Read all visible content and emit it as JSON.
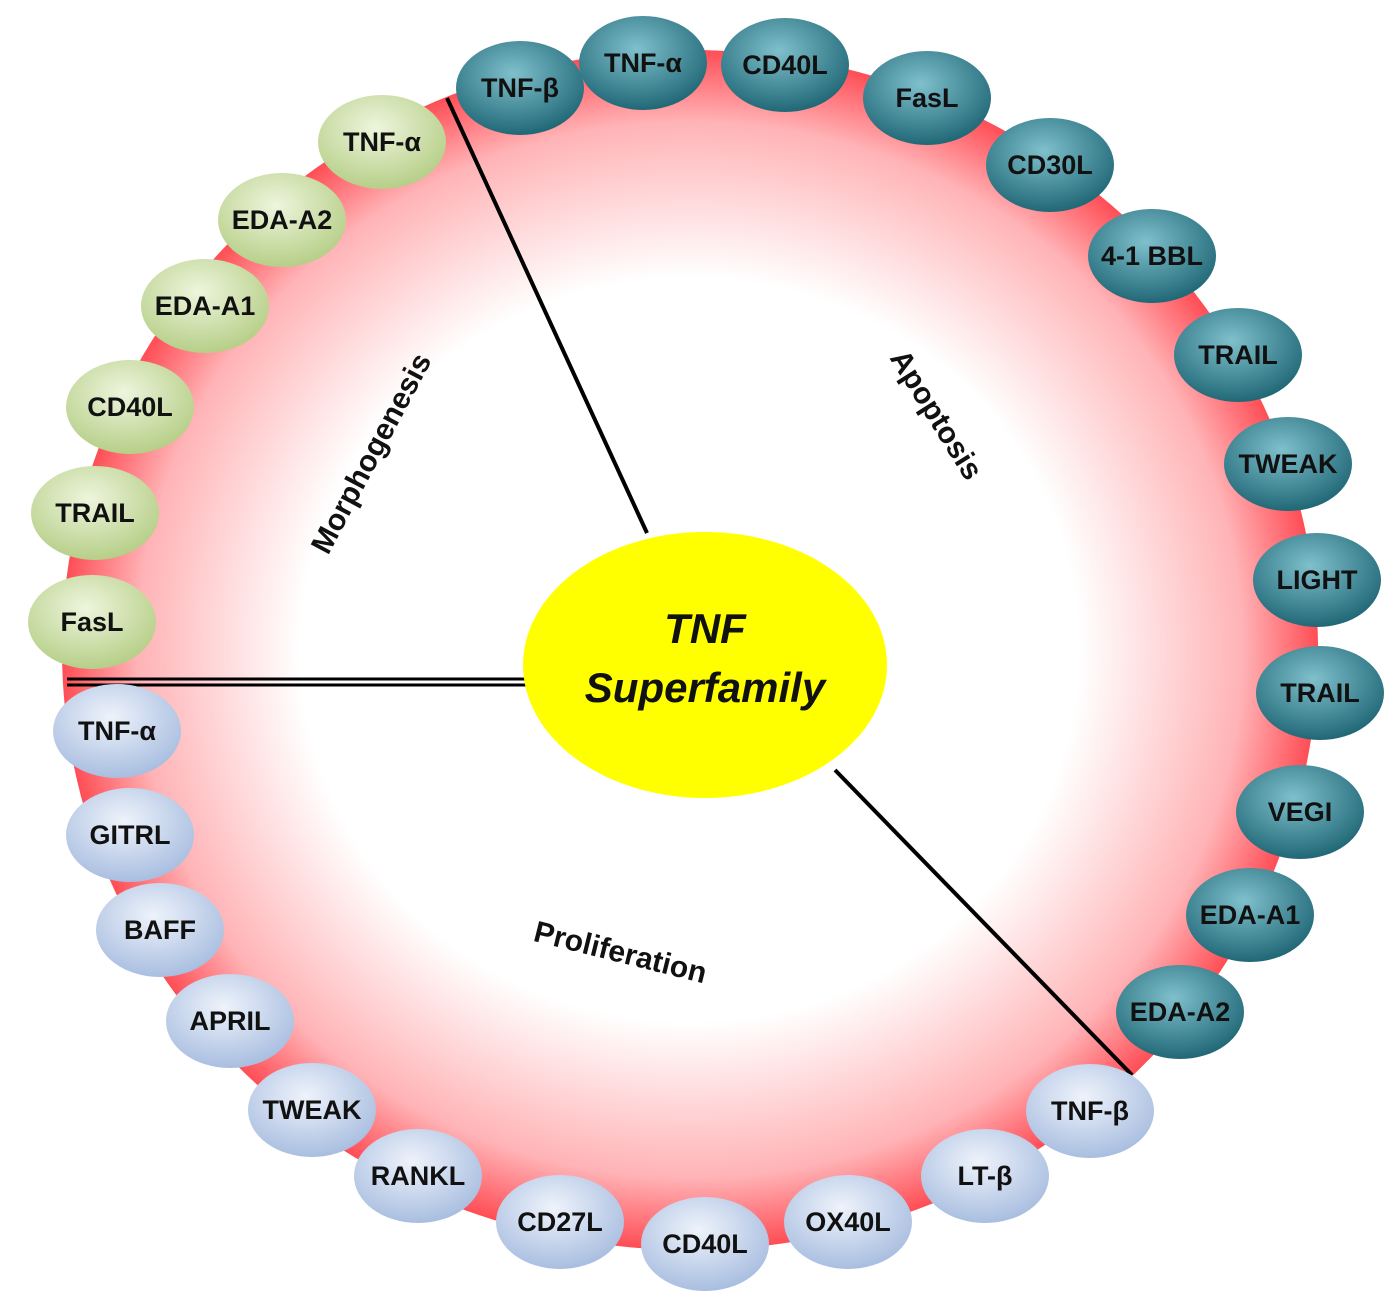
{
  "center": {
    "line1": "TNF",
    "line2": "Superfamily",
    "color": "#ffff00"
  },
  "sectors": {
    "morphogenesis": "Morphogenesis",
    "apoptosis": "Apoptosis",
    "proliferation": "Proliferation"
  },
  "colors": {
    "ring": "#ff4d55",
    "morphogenesis": "#c7dc9f",
    "apoptosis": "#2e7c8d",
    "proliferation": "#b9cbe7"
  },
  "groups": {
    "morphogenesis": [
      "TNF-α",
      "EDA-A2",
      "EDA-A1",
      "CD40L",
      "TRAIL",
      "FasL"
    ],
    "apoptosis": [
      "TNF-β",
      "TNF-α",
      "CD40L",
      "FasL",
      "CD30L",
      "4-1 BBL",
      "TRAIL",
      "TWEAK",
      "LIGHT",
      "TRAIL",
      "VEGI",
      "EDA-A1",
      "EDA-A2"
    ],
    "proliferation": [
      "TNF-α",
      "GITRL",
      "BAFF",
      "APRIL",
      "TWEAK",
      "RANKL",
      "CD27L",
      "CD40L",
      "OX40L",
      "LT-β",
      "TNF-β"
    ]
  }
}
